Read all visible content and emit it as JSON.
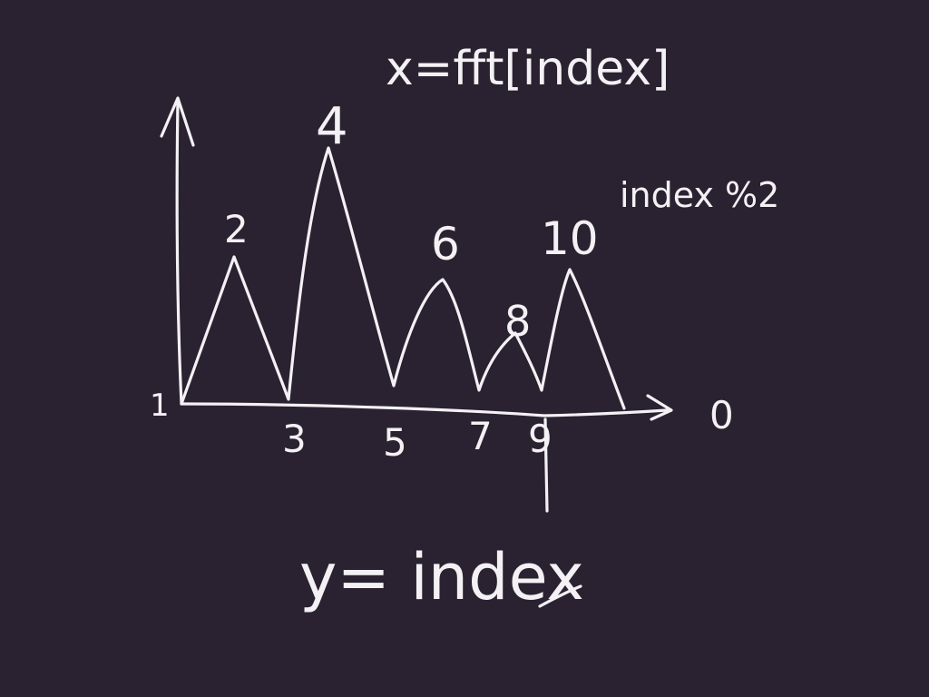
{
  "colors": {
    "background": "#2a2230",
    "ink": "#f4f1f5"
  },
  "annotations": {
    "top_formula": "x=fft[index]",
    "side_note": "index %2",
    "bottom_formula": "y= index",
    "axis_end_label": "0"
  },
  "labels": {
    "origin": "1",
    "peaks": [
      "2",
      "4",
      "6",
      "8",
      "10"
    ],
    "troughs": [
      "3",
      "5",
      "7",
      "9"
    ]
  }
}
